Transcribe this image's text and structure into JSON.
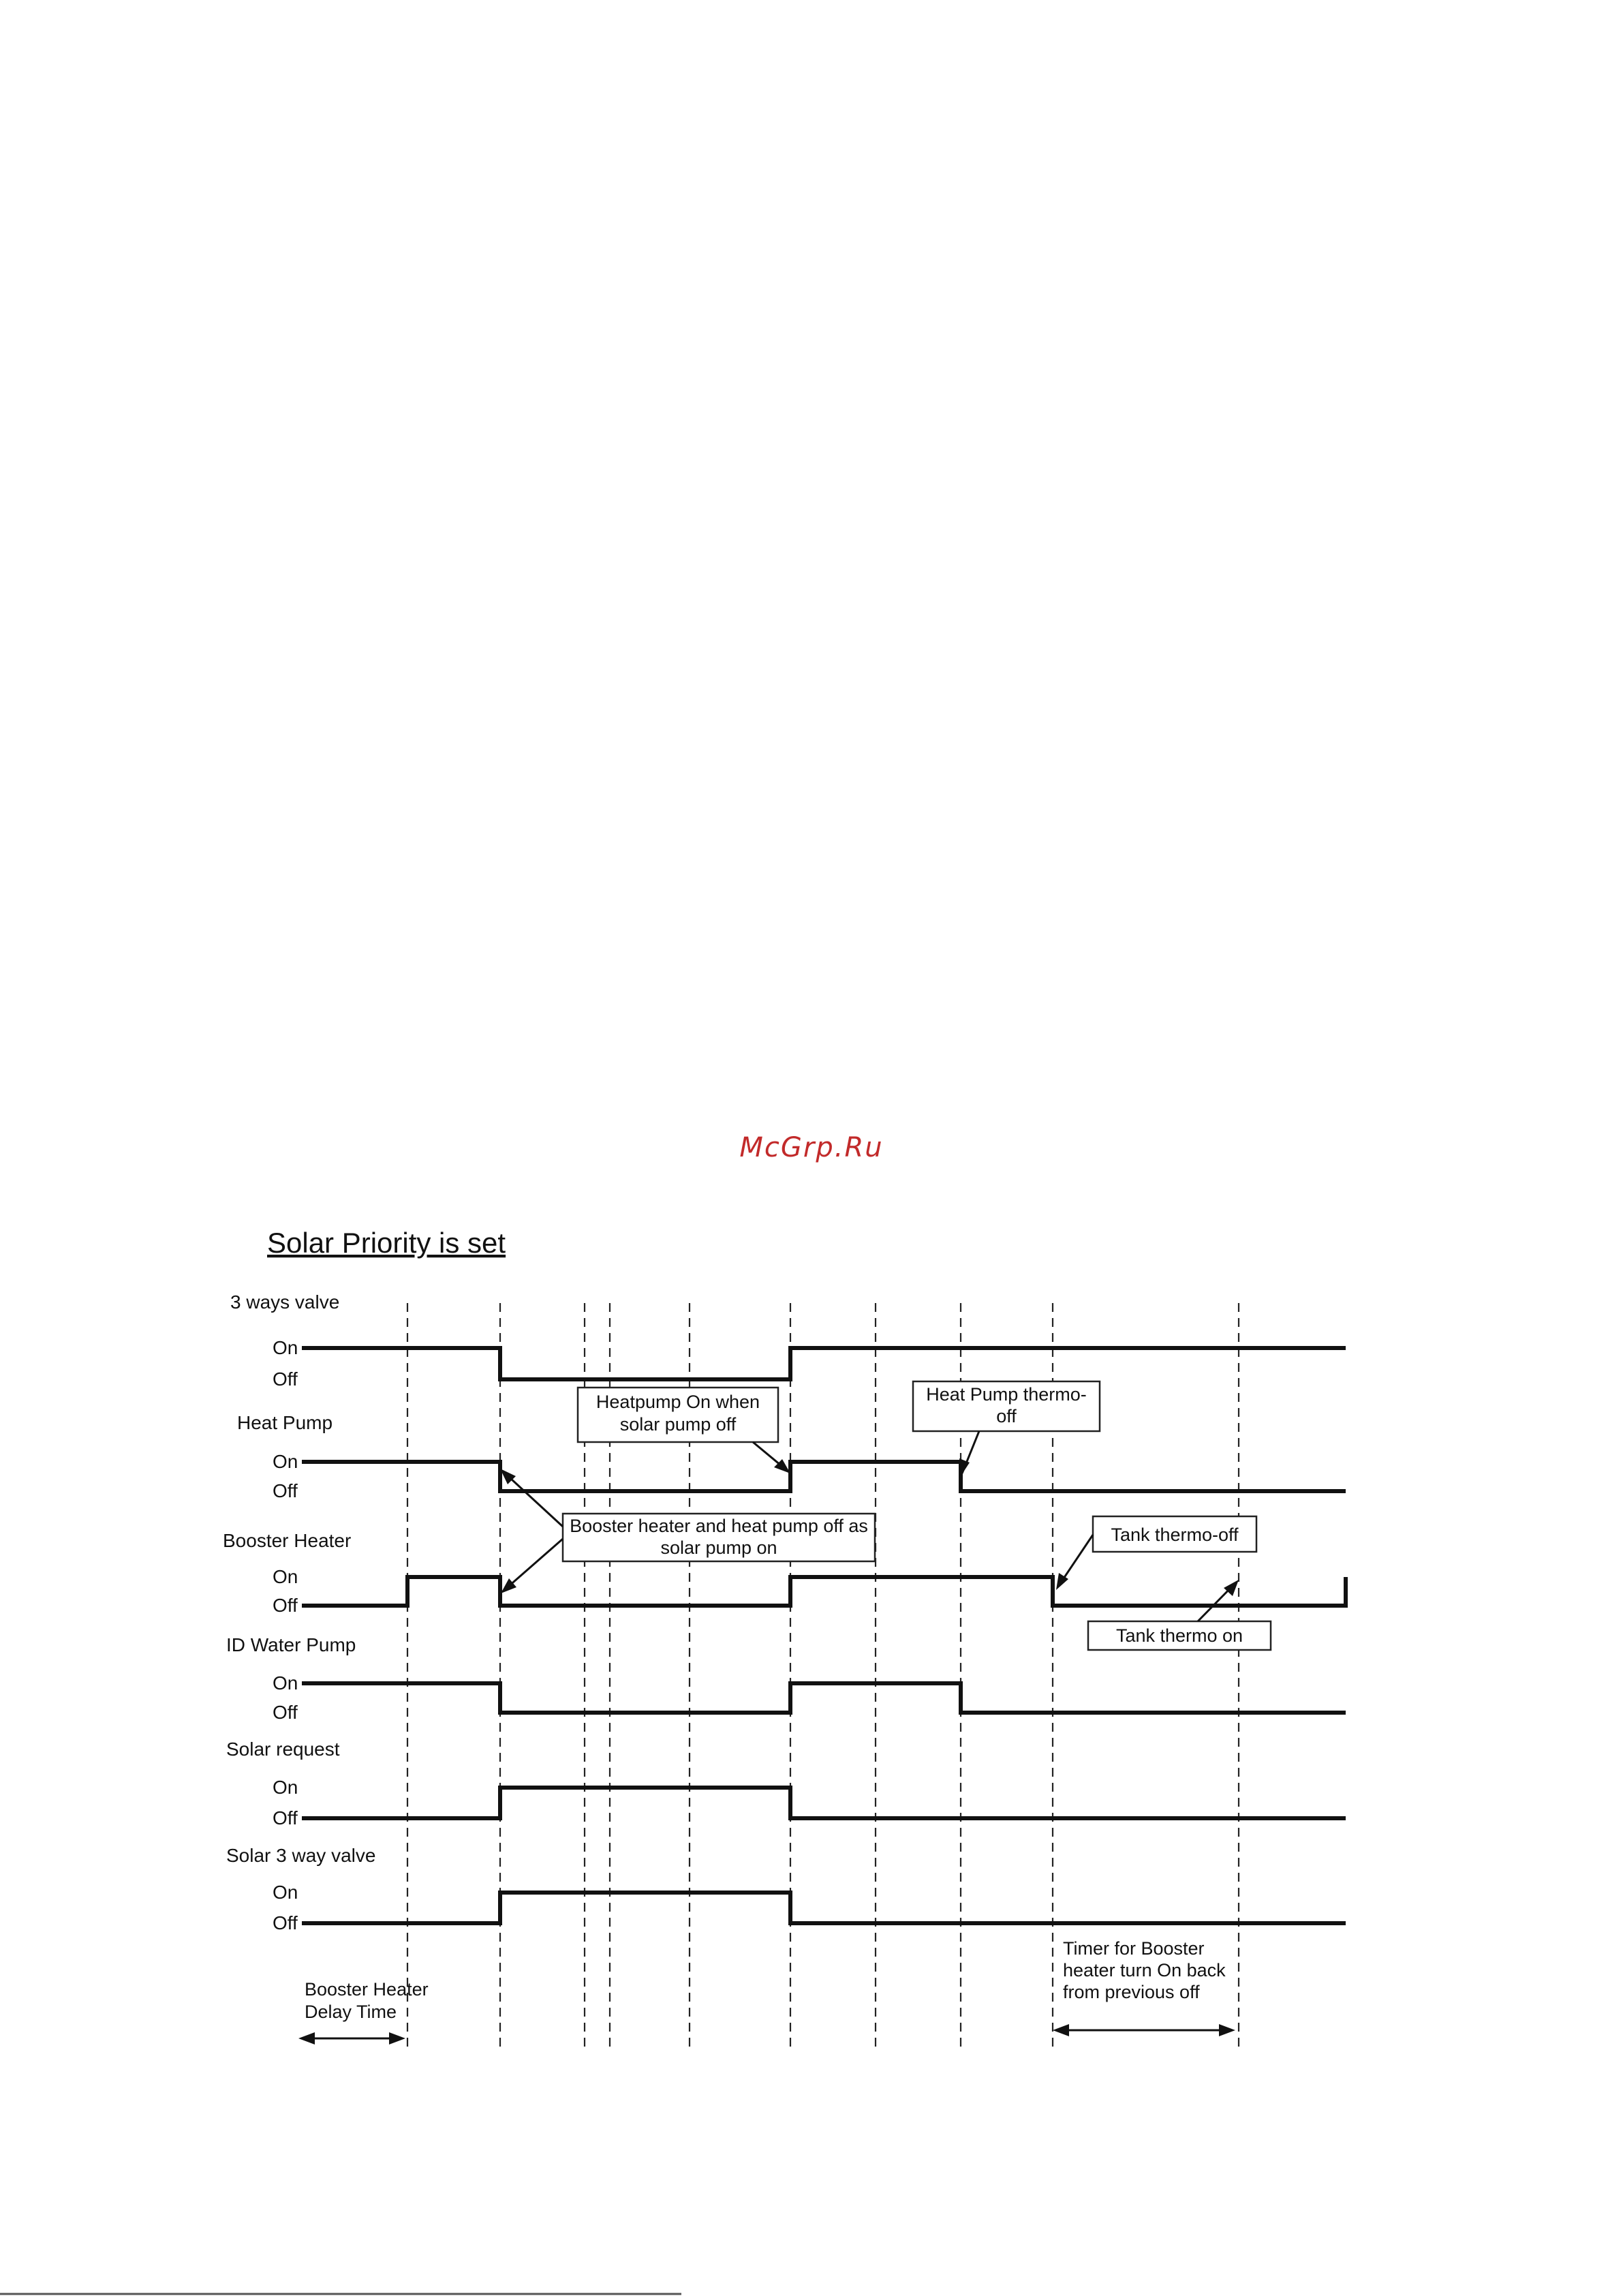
{
  "watermark": "McGrp.Ru",
  "title": "Solar Priority is set",
  "state_labels": {
    "on": "On",
    "off": "Off"
  },
  "signals": [
    {
      "name": "3 ways valve",
      "states": [
        1,
        1,
        0,
        0,
        0,
        0,
        1,
        1,
        1,
        1,
        1,
        1
      ]
    },
    {
      "name": "Heat Pump",
      "states": [
        1,
        1,
        0,
        0,
        0,
        0,
        1,
        1,
        0,
        0,
        0,
        0
      ]
    },
    {
      "name": "Booster Heater",
      "states": [
        0,
        1,
        0,
        0,
        0,
        0,
        1,
        1,
        1,
        0,
        0,
        1
      ]
    },
    {
      "name": "ID Water Pump",
      "states": [
        1,
        1,
        0,
        0,
        0,
        0,
        1,
        1,
        0,
        0,
        0,
        0
      ]
    },
    {
      "name": "Solar request",
      "states": [
        0,
        0,
        1,
        1,
        1,
        1,
        0,
        0,
        0,
        0,
        0,
        0
      ]
    },
    {
      "name": "Solar 3 way valve",
      "states": [
        0,
        0,
        1,
        1,
        1,
        1,
        0,
        0,
        0,
        0,
        0,
        0
      ]
    }
  ],
  "annotations": {
    "heatpump_on": [
      "Heatpump On when",
      "solar pump off"
    ],
    "hp_thermo_off": [
      "Heat Pump  thermo-",
      "off"
    ],
    "booster_off": [
      "Booster heater and heat pump off as",
      "solar pump on"
    ],
    "tank_thermo_off": "Tank thermo-off",
    "tank_thermo_on": "Tank thermo on",
    "booster_delay": [
      "Booster Heater",
      "Delay Time"
    ],
    "timer_booster": [
      "Timer for Booster",
      "heater turn On back",
      "from previous off"
    ]
  }
}
